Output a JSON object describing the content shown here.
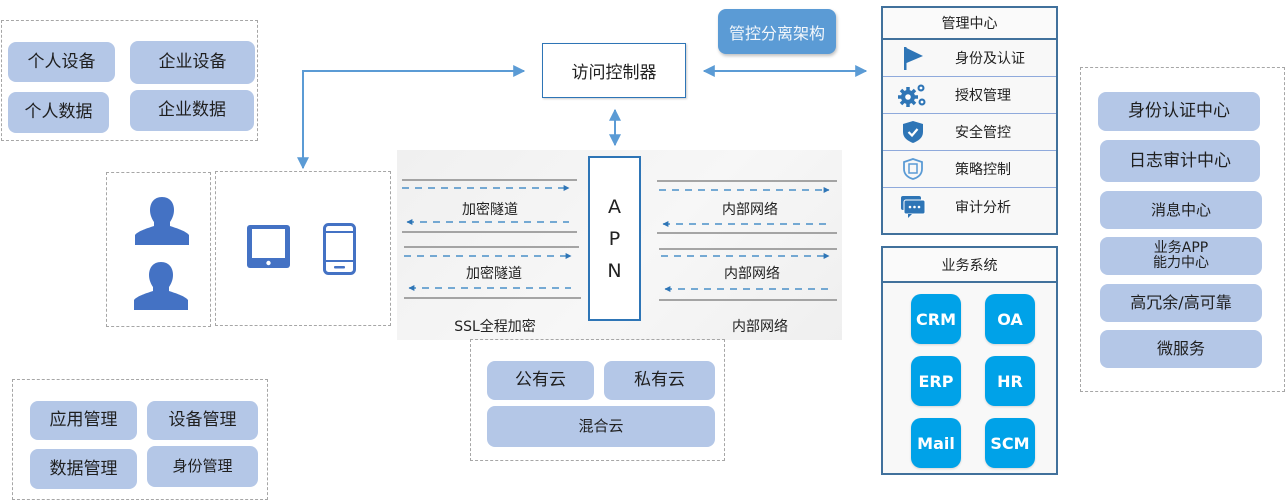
{
  "colors": {
    "chip_fill": "#b4c7e7",
    "accent_blue": "#2e75b6",
    "arrow_blue": "#5b9bd5",
    "panel_border": "#41719c",
    "system_tile": "#00a2e8",
    "icon_blue": "#4472c4"
  },
  "data_assets": {
    "items": [
      "个人设备",
      "企业设备",
      "个人数据",
      "企业数据"
    ]
  },
  "endpoints": {
    "users_icons": [
      "user-icon",
      "user-icon"
    ],
    "device_icons": [
      "tablet-icon",
      "phone-icon"
    ]
  },
  "management_features": {
    "items": [
      "应用管理",
      "设备管理",
      "数据管理",
      "身份管理"
    ]
  },
  "access_controller": {
    "label": "访问控制器"
  },
  "architecture_badge": {
    "label": "管控分离架构"
  },
  "tunnel": {
    "apn_letters": [
      "A",
      "P",
      "N"
    ],
    "left_labels": [
      "加密隧道",
      "加密隧道",
      "SSL全程加密"
    ],
    "right_labels": [
      "内部网络",
      "内部网络",
      "内部网络"
    ]
  },
  "cloud": {
    "items": [
      "公有云",
      "私有云",
      "混合云"
    ]
  },
  "management_center": {
    "title": "管理中心",
    "items": [
      {
        "icon": "flag-icon",
        "label": "身份及认证"
      },
      {
        "icon": "gears-icon",
        "label": "授权管理"
      },
      {
        "icon": "shield-check-icon",
        "label": "安全管控"
      },
      {
        "icon": "shield-policy-icon",
        "label": "策略控制"
      },
      {
        "icon": "chat-icon",
        "label": "审计分析"
      }
    ]
  },
  "business_systems": {
    "title": "业务系统",
    "items": [
      "CRM",
      "OA",
      "ERP",
      "HR",
      "Mail",
      "SCM"
    ]
  },
  "capabilities": {
    "items": [
      "身份认证中心",
      "日志审计中心",
      "消息中心",
      "业务APP\n能力中心",
      "高冗余/高可靠",
      "微服务"
    ]
  }
}
